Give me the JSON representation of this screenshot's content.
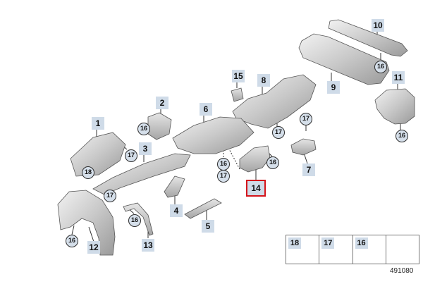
{
  "diagram": {
    "part_labels": {
      "p1": "1",
      "p2": "2",
      "p3": "3",
      "p4": "4",
      "p5": "5",
      "p6": "6",
      "p7": "7",
      "p8": "8",
      "p9": "9",
      "p10": "10",
      "p11": "11",
      "p12": "12",
      "p13": "13",
      "p14": "14",
      "p15": "15"
    },
    "clip_labels": {
      "c16": "16",
      "c17": "17",
      "c18": "18"
    },
    "highlighted_part": "14",
    "highlight_color": "#d4141b",
    "label_background": "#cfdbe8",
    "legend": {
      "items": [
        "18",
        "17",
        "16"
      ]
    },
    "diagram_id": "491080"
  }
}
